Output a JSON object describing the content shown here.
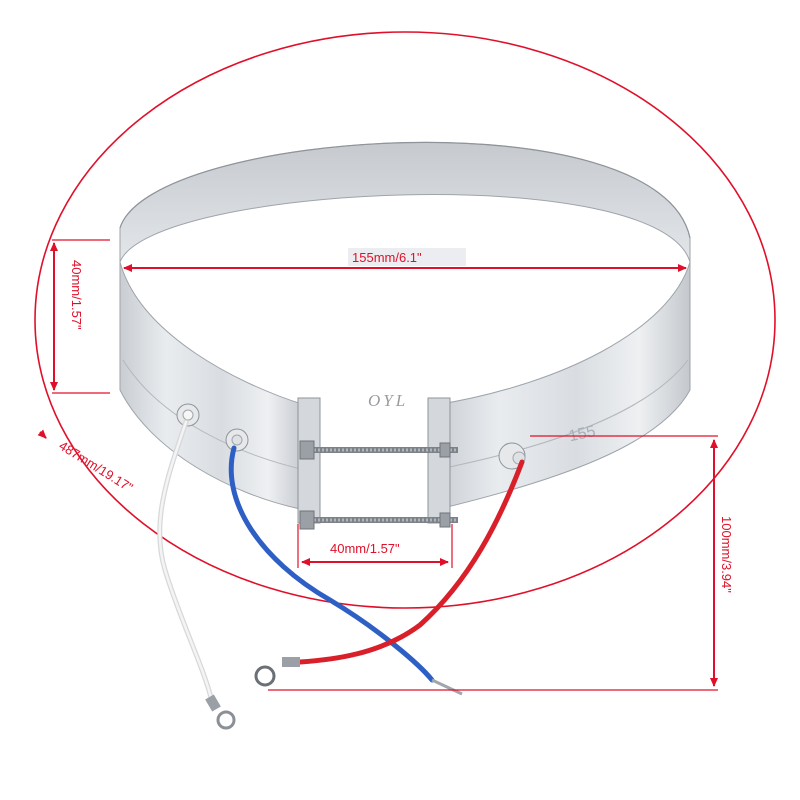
{
  "image": {
    "subject": "band heater ring",
    "background_color": "#ffffff",
    "annotation_color": "#e0102a"
  },
  "annotations": {
    "diameter": "155mm/6.1\"",
    "height": "40mm/1.57\"",
    "gap": "40mm/1.57\"",
    "lead_length": "100mm/3.94\"",
    "circumference": "487mm/19.17\""
  },
  "watermark": "OYL",
  "stamp": "155",
  "wires": {
    "white": "#e8e8e8",
    "blue": "#2e5fc4",
    "red": "#d9202a"
  }
}
